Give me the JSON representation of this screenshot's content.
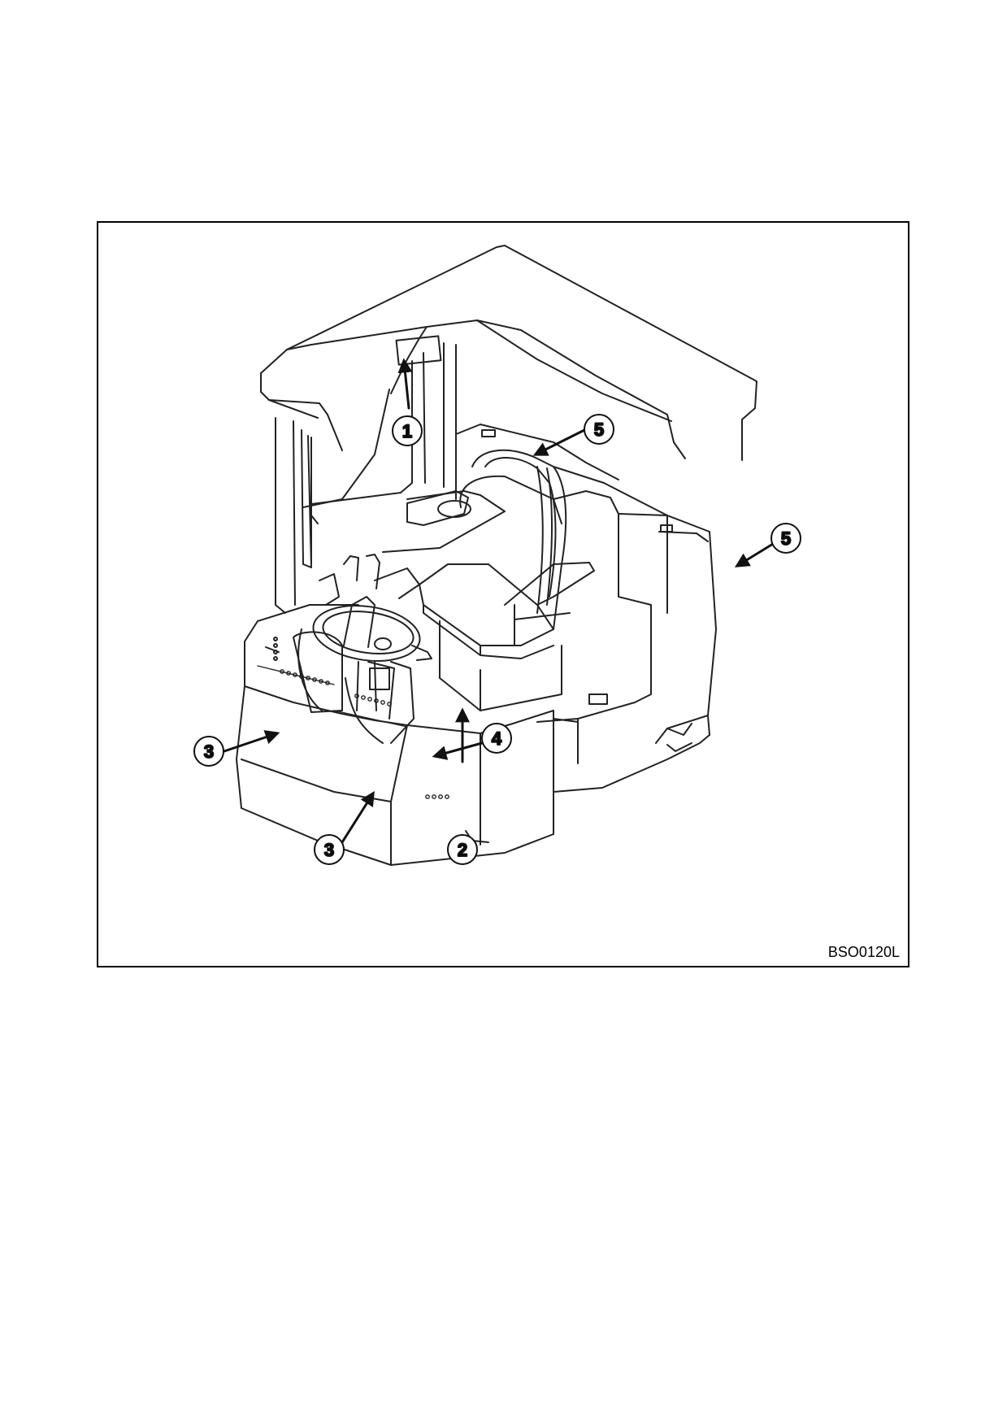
{
  "figure": {
    "code": "BSO0120L",
    "callouts": [
      "1",
      "2",
      "3",
      "3",
      "4",
      "5",
      "5"
    ]
  }
}
